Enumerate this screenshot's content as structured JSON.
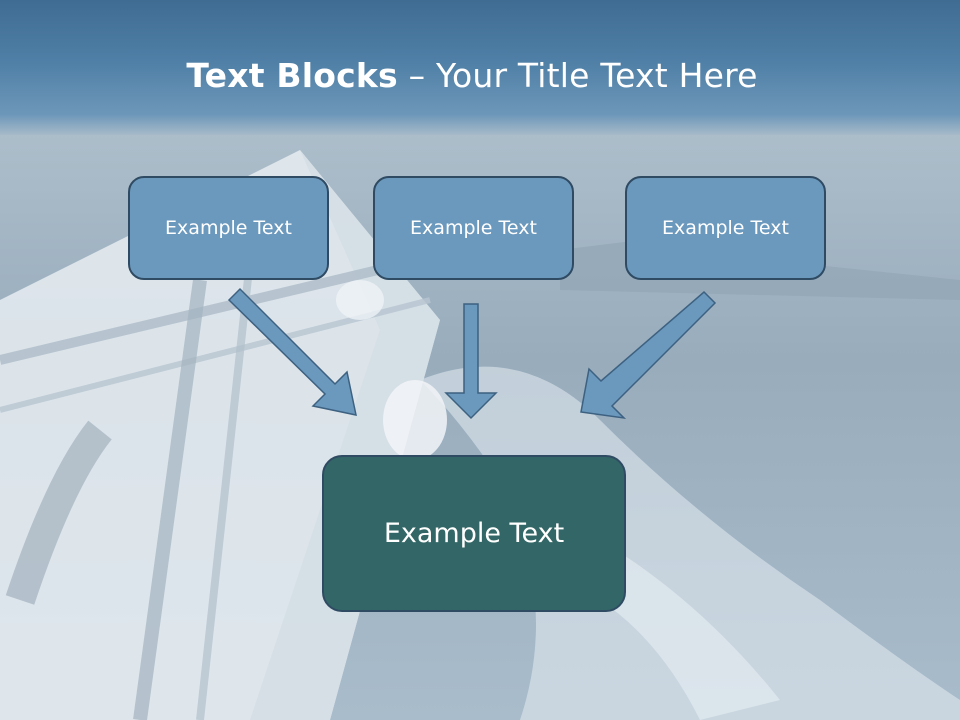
{
  "slide": {
    "title_bold": "Text Blocks",
    "title_dash": " – ",
    "title_rest": "Your Title Text Here",
    "blocks": [
      {
        "label": "Example Text"
      },
      {
        "label": "Example Text"
      },
      {
        "label": "Example Text"
      }
    ],
    "target": {
      "label": "Example Text"
    }
  },
  "colors": {
    "header": "#4f7fa6",
    "small_box": "#6b98bd",
    "target_box": "#336666",
    "arrow": "#6b98bd"
  }
}
